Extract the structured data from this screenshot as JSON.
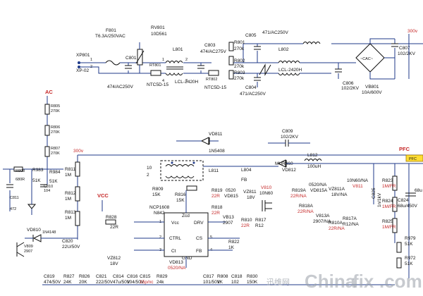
{
  "input": {
    "xp801": "XP801",
    "xp802": "XP-02",
    "pin1": "1",
    "pin2": "2"
  },
  "fuse": {
    "ref": "F801",
    "val": "T6.3A/250VAC"
  },
  "varistor": {
    "ref": "RV801",
    "val": "10D561"
  },
  "c801": {
    "ref": "C801",
    "val": "474/AC250V"
  },
  "ntc1": {
    "ref": "RT801",
    "val": "NTC5D-15"
  },
  "lcl1": {
    "ref": "L801",
    "val": "LCL-2420H"
  },
  "c803": {
    "ref": "C803",
    "val": "474/AC275V"
  },
  "ntc2": {
    "ref": "RT802",
    "val": "NTC5D-15"
  },
  "r802": {
    "ref": "R802",
    "val": "270k"
  },
  "r803": {
    "ref": "R803",
    "val": "270k"
  },
  "r801": {
    "ref": "R801",
    "val": "270k"
  },
  "c805": {
    "ref": "C805",
    "val": "471/AC250V"
  },
  "c804": {
    "ref": "C804",
    "val": "471/AC250V"
  },
  "lcl2": {
    "ref": "L802",
    "val": "LCL-2420H"
  },
  "bridge": {
    "ref": "VB801",
    "val": "10A/600V",
    "mark": "~CAC~"
  },
  "c806": {
    "ref": "C806",
    "val": "102/2KV"
  },
  "c807": {
    "ref": "C807",
    "val": "102/2KV"
  },
  "rail_300v": "300v",
  "ac_label": "AC",
  "r805": {
    "ref": "R805",
    "val": "270K"
  },
  "r806": {
    "ref": "R806",
    "val": "270K"
  },
  "r807": {
    "ref": "R807",
    "val": "270K"
  },
  "r808": {
    "ref": "R808",
    "val": "680R"
  },
  "r983": {
    "ref": "R983",
    "val": "51K"
  },
  "r984": {
    "ref": "R984",
    "val": "51K"
  },
  "c811": {
    "ref": "C811",
    "val": "472"
  },
  "c810": {
    "ref": "C810",
    "val": "104"
  },
  "r811": {
    "ref": "R811",
    "val": "1M"
  },
  "r812": {
    "ref": "R812",
    "val": "1M"
  },
  "r813": {
    "ref": "R813",
    "val": "1M"
  },
  "vcc_label": "VCC",
  "vd811": {
    "ref": "VD811",
    "val": "1N5408"
  },
  "c809": {
    "ref": "C809",
    "val": "102/2KV"
  },
  "l812": {
    "ref": "L812",
    "val": "100uH"
  },
  "ppc_label": "PFC",
  "l811": {
    "ref": "L811",
    "pin10": "10",
    "pin2": "2"
  },
  "l804": {
    "ref": "L804",
    "val": "FB"
  },
  "vd812": {
    "ref": "VD812",
    "val": "MUR460"
  },
  "r809": {
    "ref": "R809",
    "val": "15K"
  },
  "r816": {
    "ref": "R816",
    "val": "15K"
  },
  "ic": {
    "ref": "N842",
    "part": "NCP1608",
    "zcd": "Zcd",
    "vcc": "Vcc",
    "drv": "DRV",
    "ctrl": "CTRL",
    "cs": "CS",
    "ct": "Ct",
    "fb": "FB",
    "gnd": "GND",
    "p1": "1",
    "p2": "2",
    "p3": "3",
    "p4": "4",
    "p5": "5"
  },
  "r819": {
    "ref": "R819",
    "val": "22R"
  },
  "r818": {
    "ref": "R818",
    "val": "22R"
  },
  "vd815": {
    "ref": "0520",
    "val": "VD815"
  },
  "vz811": {
    "ref": "VZ811",
    "val": "18V"
  },
  "v810": {
    "ref": "V810",
    "val": "10N60"
  },
  "vb13": {
    "ref": "VB13",
    "val": "2907"
  },
  "r810": {
    "ref": "R810",
    "val": "22R"
  },
  "r817": {
    "ref": "R817",
    "val": "R12"
  },
  "r819a": {
    "ref": "R819A",
    "val": "22R/NA"
  },
  "vd815a": {
    "ref": "0520/NA",
    "val": "VD815A"
  },
  "vz811a": {
    "ref": "VZ811A",
    "val": "18V/NA"
  },
  "v811": {
    "ref": "10N60/NA",
    "val": "V811"
  },
  "r818a": {
    "ref": "R818A",
    "val": "22R/NA"
  },
  "v813a": {
    "ref": "V813A",
    "val": "2907/NA"
  },
  "r810a": {
    "ref": "R810A",
    "val": "22R/NA"
  },
  "r817a": {
    "ref": "R817A",
    "val": "R12/NA"
  },
  "c825": {
    "ref": "C825",
    "val": "1n/1kV"
  },
  "r823": {
    "ref": "R823",
    "val": "1M/FR"
  },
  "r824": {
    "ref": "R824",
    "val": "1M/FR"
  },
  "r825": {
    "ref": "R825",
    "val": "1M/FR"
  },
  "c824": {
    "ref": "C824",
    "val": "68u/450V"
  },
  "c824_2": "68u",
  "r979": {
    "ref": "R979",
    "val": "51K"
  },
  "r972": {
    "ref": "R972",
    "val": "51K"
  },
  "vd810": {
    "ref": "VD810",
    "val": "1N4148"
  },
  "v809": {
    "ref": "V809",
    "val": "2907"
  },
  "c820": {
    "ref": "C820",
    "val": "22U/50V"
  },
  "r828": {
    "ref": "R828",
    "val": "22R"
  },
  "vz812": {
    "ref": "VZ812",
    "val": "18V"
  },
  "vd813": {
    "ref": "VD813",
    "val": "0520/NA"
  },
  "r822": {
    "ref": "R822",
    "val": "1K"
  },
  "bottom": [
    {
      "ref": "C819",
      "val": "474/50V"
    },
    {
      "ref": "R827",
      "val": "24K"
    },
    {
      "ref": "R826",
      "val": "20K"
    },
    {
      "ref": "C821",
      "val": "222/50V"
    },
    {
      "ref": "C814",
      "val": "47u/50V"
    },
    {
      "ref": "C816",
      "val": "104/50V"
    },
    {
      "ref": "C815",
      "val": "15p/nc"
    },
    {
      "ref": "R829",
      "val": "24k"
    },
    {
      "ref": "C817",
      "val": "101/50V"
    },
    {
      "ref": "R808",
      "val": "1K"
    },
    {
      "ref": "C818",
      "val": "102"
    },
    {
      "ref": "R830",
      "val": "150K"
    }
  ],
  "watermark": {
    "main": "China",
    "mid": "fix",
    "tail": ".com",
    "cn": "迅维网"
  }
}
